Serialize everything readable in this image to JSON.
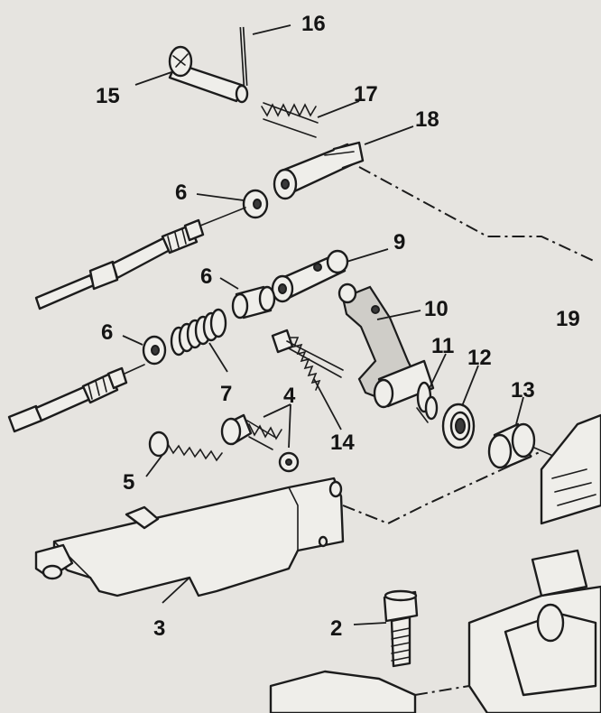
{
  "labels": {
    "p2": "2",
    "p3": "3",
    "p4": "4",
    "p5": "5",
    "p6a": "6",
    "p6b": "6",
    "p6c": "6",
    "p7": "7",
    "p9": "9",
    "p10": "10",
    "p11": "11",
    "p12": "12",
    "p13": "13",
    "p14": "14",
    "p15": "15",
    "p16": "16",
    "p17": "17",
    "p18": "18",
    "p19": "19"
  }
}
